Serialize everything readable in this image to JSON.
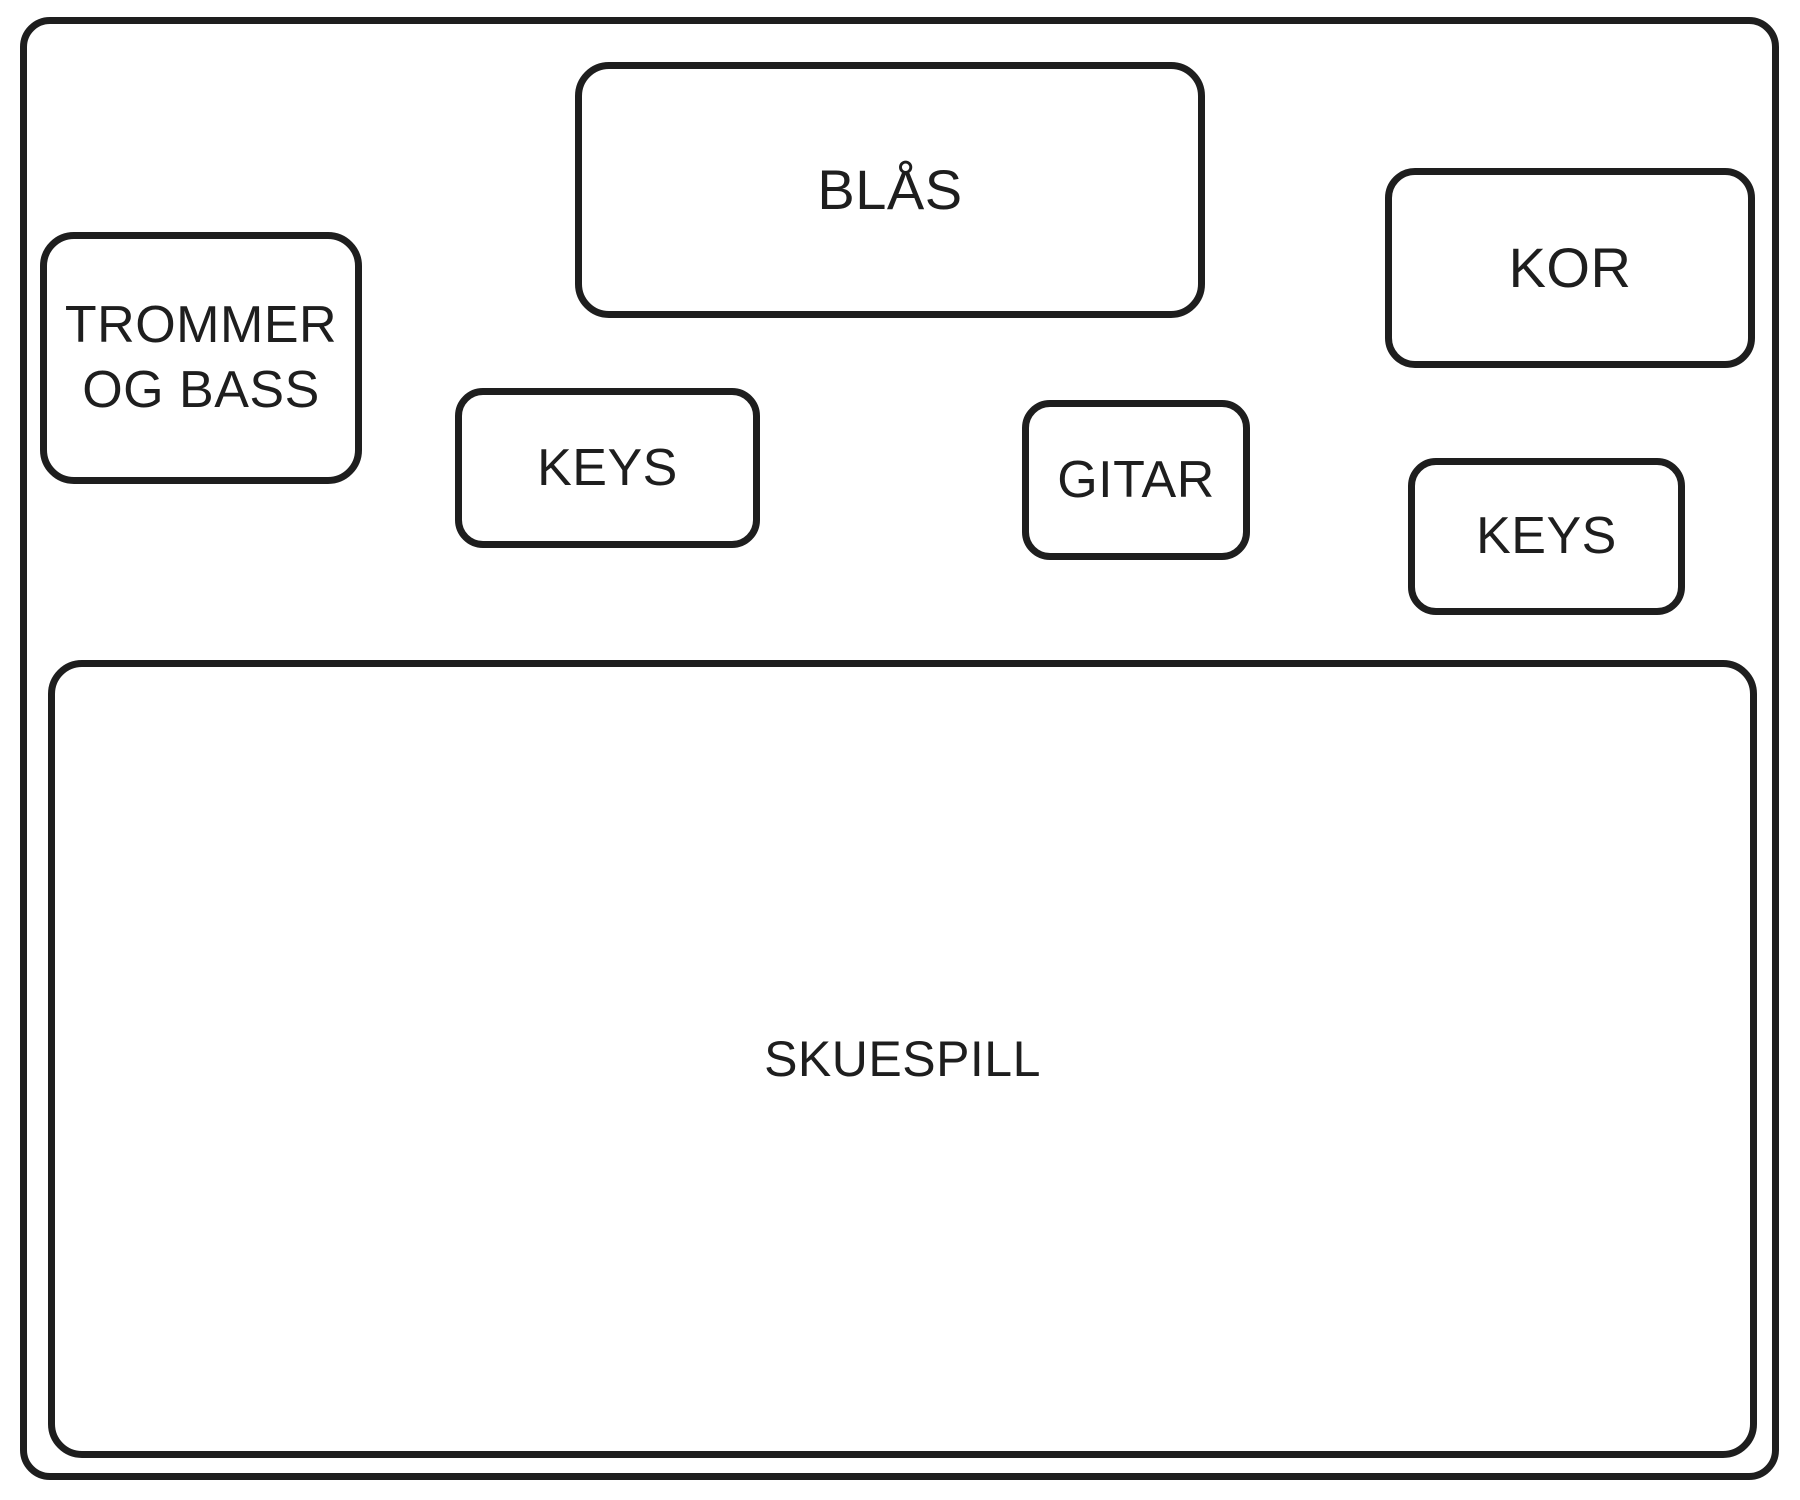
{
  "diagram": {
    "type": "stage-plot",
    "title": "",
    "language": "no",
    "colors": {
      "stroke": "#1e1e1e",
      "background": "#ffffff",
      "text": "#1e1e1e"
    },
    "stage": {
      "name": "stage-outline",
      "label": ""
    },
    "zones": [
      {
        "id": "drums-bass",
        "label": "TROMMER\nOG BASS",
        "lines": [
          "TROMMER",
          "OG BASS"
        ]
      },
      {
        "id": "blas",
        "label": "BLÅS",
        "lines": [
          "BLÅS"
        ]
      },
      {
        "id": "kor",
        "label": "KOR",
        "lines": [
          "KOR"
        ]
      },
      {
        "id": "keys-left",
        "label": "KEYS",
        "lines": [
          "KEYS"
        ]
      },
      {
        "id": "gitar",
        "label": "GITAR",
        "lines": [
          "GITAR"
        ]
      },
      {
        "id": "keys-right",
        "label": "KEYS",
        "lines": [
          "KEYS"
        ]
      },
      {
        "id": "skuespill",
        "label": "SKUESPILL",
        "lines": [
          "SKUESPILL"
        ]
      }
    ]
  }
}
